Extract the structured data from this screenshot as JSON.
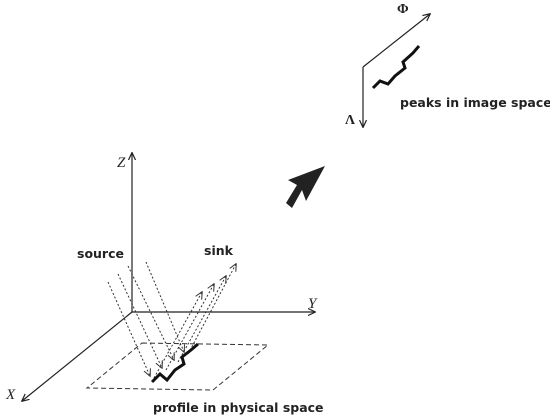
{
  "physical_axes": {
    "x": "X",
    "y": "Y",
    "z": "Z"
  },
  "image_axes": {
    "phi": "Φ",
    "lambda": "Λ"
  },
  "labels": {
    "source": "source",
    "sink": "sink",
    "profile": "profile in physical space",
    "peaks": "peaks in image space"
  },
  "colors": {
    "line": "#222222",
    "profile": "#111111",
    "arrow": "#222222"
  }
}
